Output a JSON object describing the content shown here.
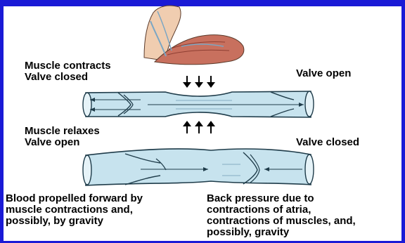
{
  "labels": {
    "muscle_contracts": "Muscle contracts",
    "valve_closed_top": "Valve closed",
    "valve_open_top_right": "Valve open",
    "muscle_relaxes": "Muscle relaxes",
    "valve_open_mid": "Valve open",
    "valve_closed_mid_right": "Valve closed"
  },
  "captions": {
    "left": [
      "Blood propelled forward by",
      "muscle contractions and,",
      "possibly, by gravity"
    ],
    "right": [
      "Back pressure due to",
      "contractions of atria,",
      "contractions of muscles, and,",
      "possibly, gravity"
    ]
  },
  "colors": {
    "frame": "#1a1ad6",
    "vein_fill": "#c7e3ee",
    "vein_stroke": "#1f3c4a",
    "muscle": "#c8705e",
    "skin": "#f0cdb0"
  }
}
